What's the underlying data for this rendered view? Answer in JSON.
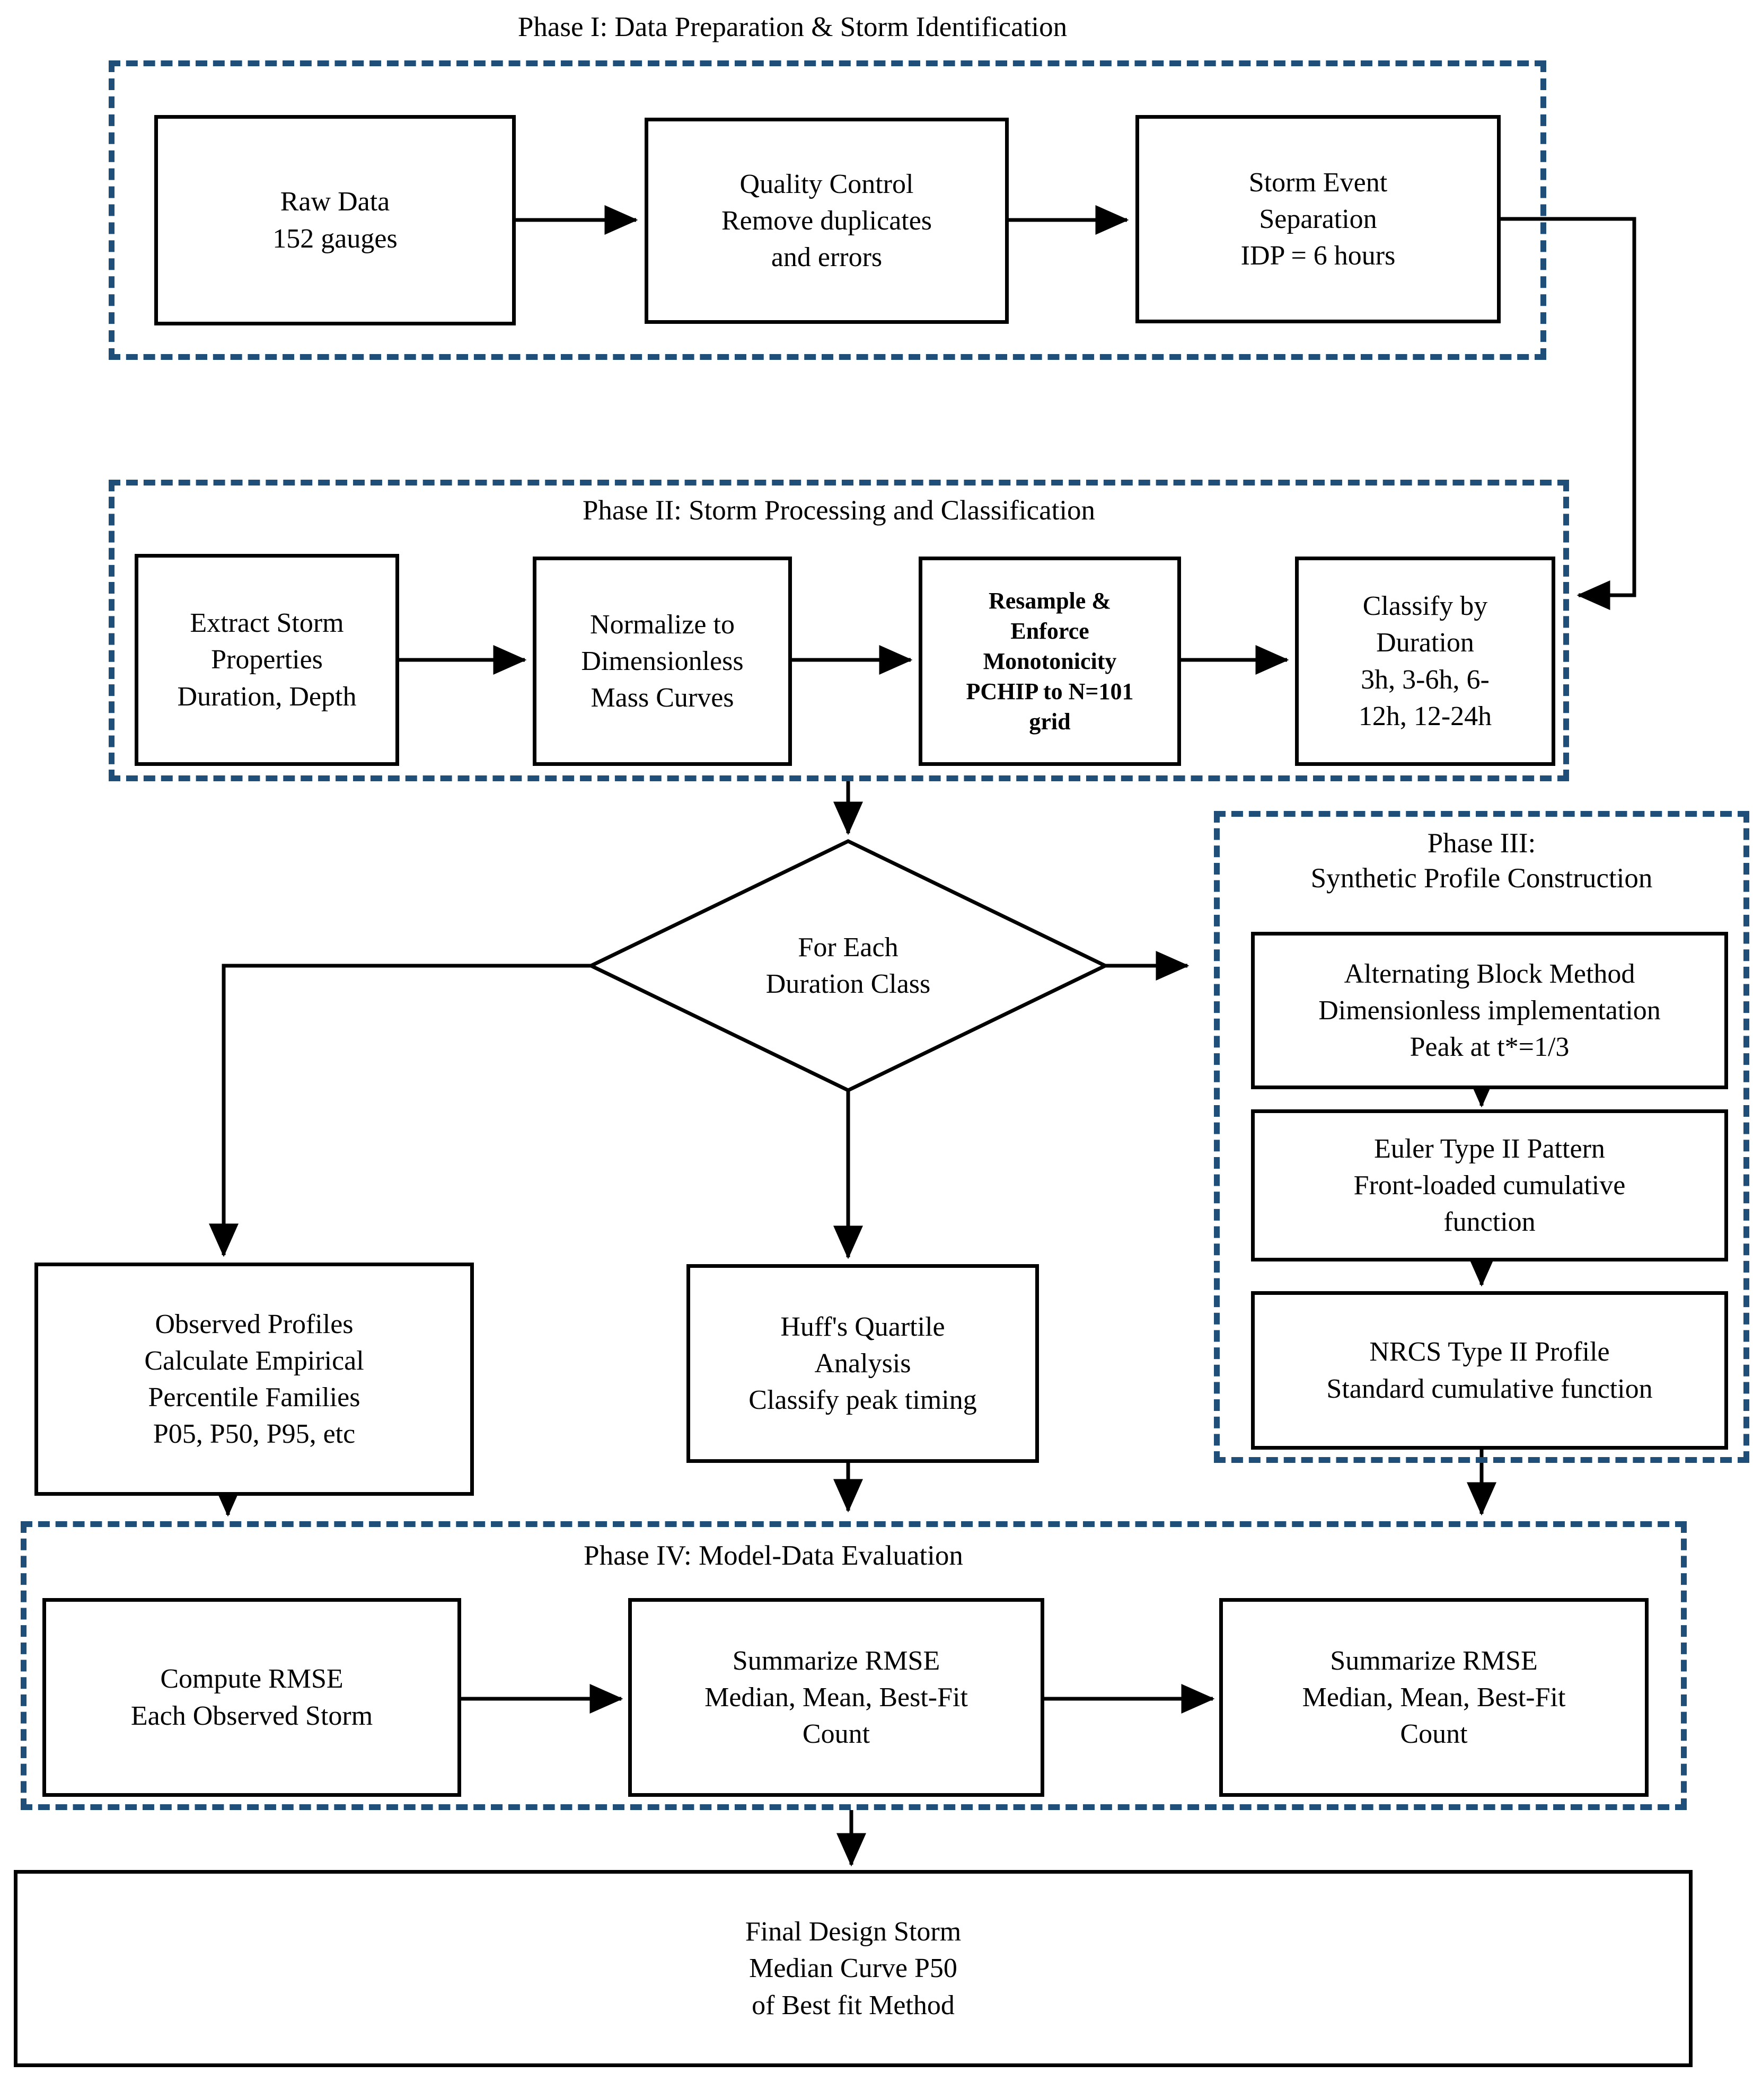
{
  "diagram": {
    "colors": {
      "dash_border": "#1f4e79",
      "box_border": "#000000",
      "arrow": "#000000",
      "text": "#000000",
      "background": "#ffffff"
    },
    "phase1": {
      "title": "Phase I: Data Preparation & Storm Identification",
      "raw_data": [
        "Raw Data",
        "152 gauges"
      ],
      "quality_control": [
        "Quality Control",
        "Remove duplicates",
        "and errors"
      ],
      "storm_event": [
        "Storm Event",
        "Separation",
        "IDP = 6 hours"
      ]
    },
    "phase2": {
      "title": "Phase II: Storm Processing and Classification",
      "extract_storm": [
        "Extract Storm",
        "Properties",
        "Duration, Depth"
      ],
      "normalize": [
        "Normalize to",
        "Dimensionless",
        "Mass Curves"
      ],
      "resample": [
        "Resample &",
        "Enforce",
        "Monotonicity",
        "PCHIP to N=101",
        "grid"
      ],
      "classify": [
        "Classify by",
        "Duration",
        "3h, 3-6h, 6-",
        "12h, 12-24h"
      ]
    },
    "decision": {
      "label": [
        "For Each",
        "Duration Class"
      ]
    },
    "phase3": {
      "title": [
        "Phase III:",
        "Synthetic Profile Construction"
      ],
      "alternating_block": [
        "Alternating Block Method",
        "Dimensionless implementation",
        "Peak at t*=1/3"
      ],
      "euler": [
        "Euler Type II Pattern",
        "Front-loaded cumulative",
        "function"
      ],
      "nrcs": [
        "NRCS Type II Profile",
        "Standard cumulative function"
      ]
    },
    "observed_profiles": [
      "Observed Profiles",
      "Calculate Empirical",
      "Percentile Families",
      "P05, P50, P95, etc"
    ],
    "huff": [
      "Huff's Quartile",
      "Analysis",
      "Classify peak timing"
    ],
    "phase4": {
      "title": "Phase IV: Model-Data Evaluation",
      "compute_rmse": [
        "Compute RMSE",
        "Each Observed Storm"
      ],
      "summarize_rmse_1": [
        "Summarize RMSE",
        "Median, Mean, Best-Fit",
        "Count"
      ],
      "summarize_rmse_2": [
        "Summarize RMSE",
        "Median, Mean, Best-Fit",
        "Count"
      ]
    },
    "final": [
      "Final Design Storm",
      "Median Curve P50",
      "of Best fit Method"
    ]
  }
}
